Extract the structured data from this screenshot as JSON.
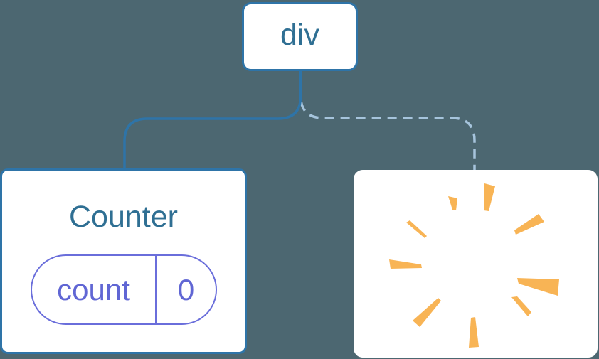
{
  "diagram": {
    "root_node": {
      "label": "div"
    },
    "counter_node": {
      "title": "Counter",
      "state_pill": {
        "key": "count",
        "value": "0"
      }
    },
    "removed_node": {
      "icon": "poof-burst-icon"
    },
    "edges": [
      {
        "from": "div",
        "to": "Counter",
        "style": "solid"
      },
      {
        "from": "div",
        "to": "removed",
        "style": "dashed"
      }
    ]
  },
  "colors": {
    "background": "#4C6771",
    "card_bg": "#FFFFFF",
    "node_border": "#2E74A8",
    "node_text": "#2F6F93",
    "solid_link": "#2E74A8",
    "dashed_link": "#A6C4DC",
    "state_border": "#6A6EDB",
    "state_text": "#6066D4",
    "burst": "#F8B455"
  }
}
